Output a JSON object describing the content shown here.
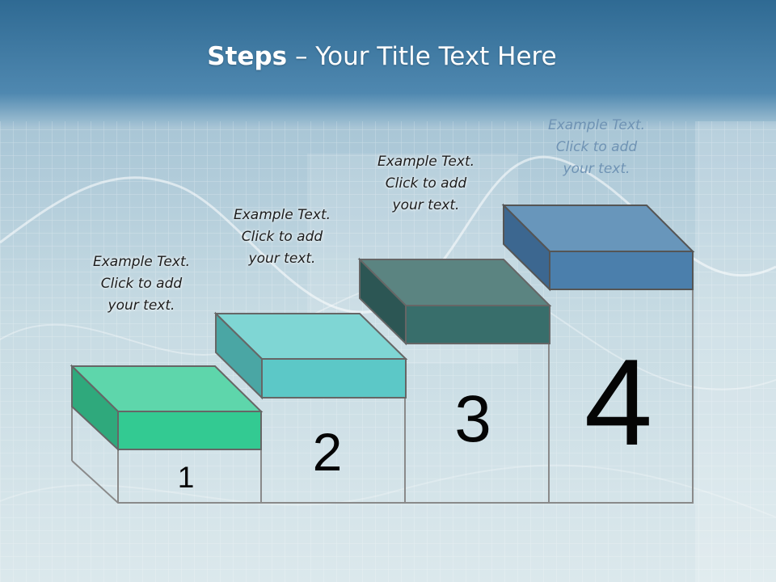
{
  "title": {
    "bold": "Steps",
    "rest": " – Your Title Text Here"
  },
  "steps": [
    {
      "number": "1",
      "text": [
        "Example Text.",
        "Click  to add",
        "your text."
      ],
      "top": "#5ed6ab",
      "front": "#33ca92",
      "side": "#2fa97c"
    },
    {
      "number": "2",
      "text": [
        "Example Text.",
        "Click  to add",
        "your text."
      ],
      "top": "#7fd6d4",
      "front": "#5cc8c7",
      "side": "#4aa6a4"
    },
    {
      "number": "3",
      "text": [
        "Example Text.",
        "Click  to add",
        "your text."
      ],
      "top": "#5b8481",
      "front": "#386e6b",
      "side": "#2c5654"
    },
    {
      "number": "4",
      "text": [
        "Example Text.",
        "Click  to add",
        "your text."
      ],
      "top": "#6896bb",
      "front": "#4b7fac",
      "side": "#3c6790"
    }
  ],
  "colors": {
    "banner": "#3f7aa3",
    "outline": "#8a8a8a",
    "highlight_text": "#6f93b4"
  }
}
